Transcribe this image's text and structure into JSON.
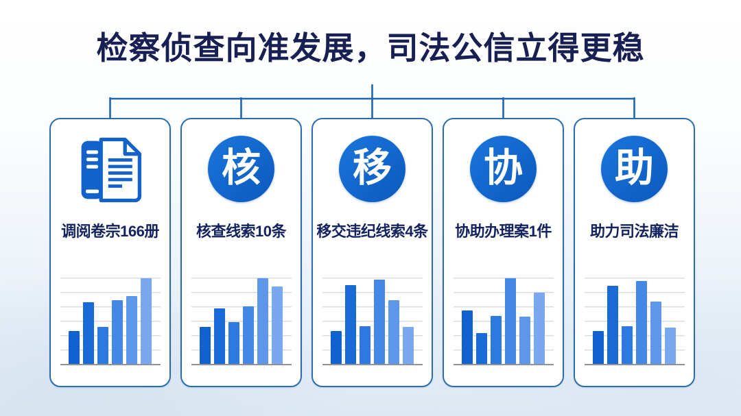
{
  "title": "检察侦查向准发展，司法公信立得更稳",
  "colors": {
    "title_text": "#181f52",
    "connector_line": "#1e68ae",
    "card_border": "#2c6cae",
    "card_background": "#ffffff",
    "badge_fill": "#0f62c8",
    "badge_text": "#ffffff",
    "label_text": "#13235f",
    "gridline": "#d9dde2",
    "baseline": "#8f9399",
    "bar_palette": [
      "#1161d0",
      "#1a6ad6",
      "#2e79df",
      "#4487e5",
      "#5e96ea",
      "#7aa8ef"
    ]
  },
  "cards": [
    {
      "icon": "dossier-document-icon",
      "badge_char": "",
      "label": "调阅卷宗166册",
      "bars": [
        38,
        72,
        43,
        74,
        79,
        100
      ]
    },
    {
      "icon": "circle-badge",
      "badge_char": "核",
      "label": "核查线索10条",
      "bars": [
        43,
        65,
        49,
        67,
        100,
        90
      ]
    },
    {
      "icon": "circle-badge",
      "badge_char": "移",
      "label": "移交违纪线索4条",
      "bars": [
        38,
        92,
        44,
        98,
        74,
        43
      ]
    },
    {
      "icon": "circle-badge",
      "badge_char": "协",
      "label": "协助办理案1件",
      "bars": [
        62,
        36,
        56,
        100,
        55,
        83
      ]
    },
    {
      "icon": "circle-badge",
      "badge_char": "助",
      "label": "助力司法廉洁",
      "bars": [
        38,
        91,
        44,
        97,
        73,
        42
      ]
    }
  ],
  "chart_data": [
    {
      "type": "bar",
      "title": "调阅卷宗166册",
      "values": [
        38,
        72,
        43,
        74,
        79,
        100
      ],
      "ylim": [
        0,
        100
      ],
      "grid": true
    },
    {
      "type": "bar",
      "title": "核查线索10条",
      "values": [
        43,
        65,
        49,
        67,
        100,
        90
      ],
      "ylim": [
        0,
        100
      ],
      "grid": true
    },
    {
      "type": "bar",
      "title": "移交违纪线索4条",
      "values": [
        38,
        92,
        44,
        98,
        74,
        43
      ],
      "ylim": [
        0,
        100
      ],
      "grid": true
    },
    {
      "type": "bar",
      "title": "协助办理案1件",
      "values": [
        62,
        36,
        56,
        100,
        55,
        83
      ],
      "ylim": [
        0,
        100
      ],
      "grid": true
    },
    {
      "type": "bar",
      "title": "助力司法廉洁",
      "values": [
        38,
        91,
        44,
        97,
        73,
        42
      ],
      "ylim": [
        0,
        100
      ],
      "grid": true
    }
  ]
}
